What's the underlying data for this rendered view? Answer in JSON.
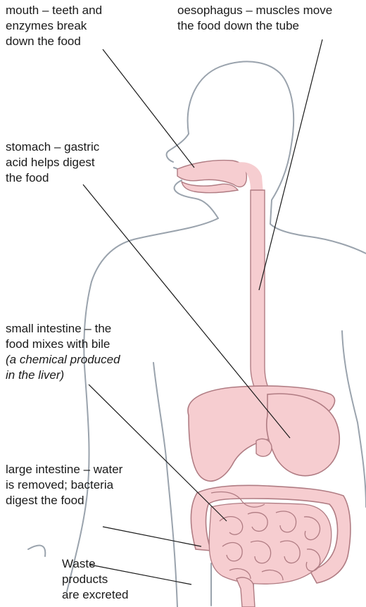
{
  "labels": {
    "mouth": [
      "mouth – teeth and",
      "enzymes break",
      "down the food"
    ],
    "oesophagus": [
      "oesophagus – muscles move",
      "the food down the tube"
    ],
    "stomach": [
      "stomach – gastric",
      "acid helps digest",
      "the food"
    ],
    "small_intestine": {
      "line1": "small intestine – the",
      "line2": "food mixes with bile",
      "line3": "(a chemical produced",
      "line4": "in the liver)"
    },
    "large_intestine": [
      "large intestine – water",
      "is removed; bacteria",
      "digest the food"
    ],
    "waste": [
      "Waste",
      "products",
      "are excreted"
    ]
  },
  "colors": {
    "outline": "#9aa3ad",
    "organ_fill": "#f6cdd0",
    "organ_stroke": "#b07c83",
    "leader": "#1a1a1a"
  }
}
